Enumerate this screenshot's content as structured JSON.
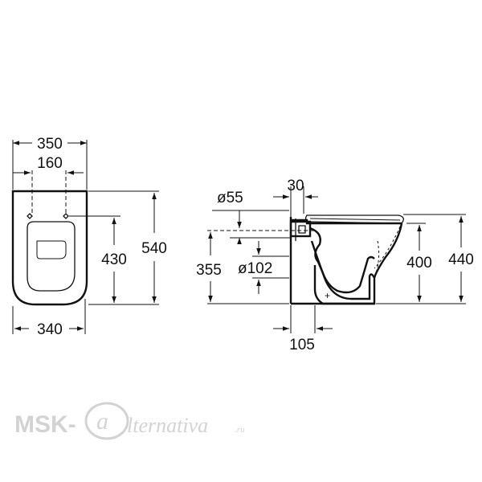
{
  "front_view": {
    "width_top": "350",
    "spacing": "160",
    "height_total": "540",
    "height_fixing": "430",
    "width_bottom": "340"
  },
  "side_view": {
    "outlet_diameter": "ø55",
    "offset": "30",
    "drain_height": "355",
    "drain_diameter": "ø102",
    "height_rim": "400",
    "height_total": "440",
    "depth": "105"
  },
  "watermark": {
    "brand": "MSK-",
    "script": "lternativa",
    "suffix": ".ru"
  }
}
